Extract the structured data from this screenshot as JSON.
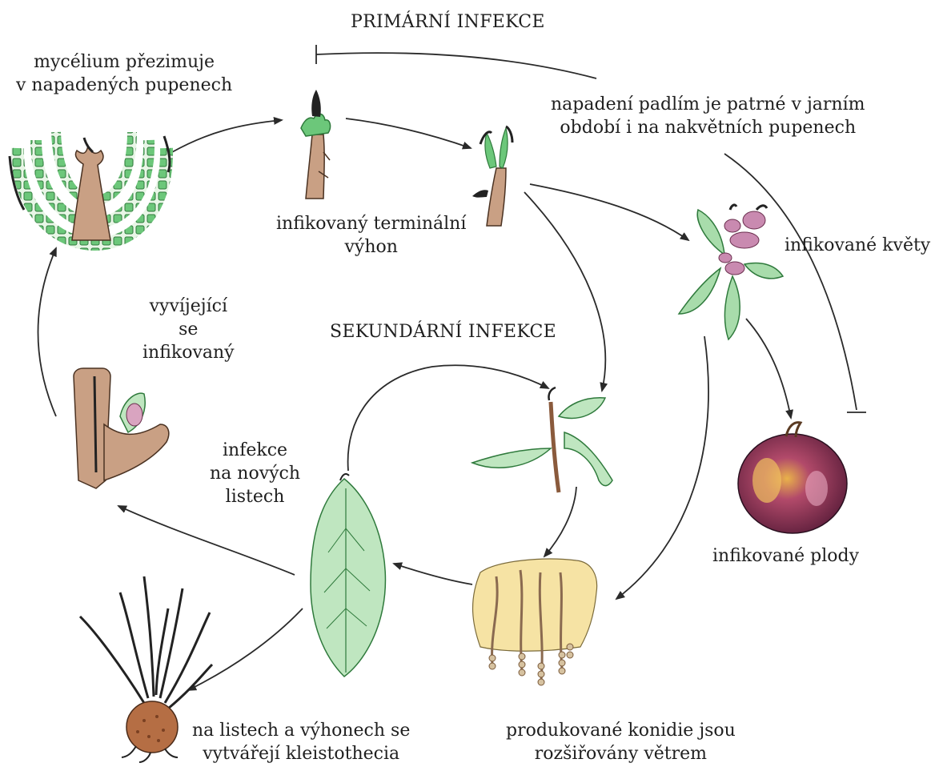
{
  "title_primary": "PRIMÁRNÍ INFEKCE",
  "title_secondary": "SEKUNDÁRNÍ INFEKCE",
  "labels": {
    "overwinter": [
      "mycélium přezimuje",
      "v napadených pupenech"
    ],
    "terminal_shoot": [
      "infikovaný terminální",
      "výhon"
    ],
    "spring_attack": [
      "napadení padlím je patrné v jarním",
      "období i na nakvětních pupenech"
    ],
    "flowers": [
      "infikované květy"
    ],
    "fruits": [
      "infikované plody"
    ],
    "developing": [
      "vyvíjející",
      "se",
      "infikovaný"
    ],
    "new_leaves": [
      "infekce",
      "na nových",
      "listech"
    ],
    "kleistothecia": [
      "na listech a výhonech se",
      "vytvářejí kleistothecia"
    ],
    "conidia": [
      "produkované konidie jsou",
      "rozšiřovány větrem"
    ]
  },
  "colors": {
    "ink": "#2a2a2a",
    "mycelium_green": "#5cbf6a",
    "leaf_green": "#bfe6c0",
    "bark": "#c9a084",
    "flower_pink": "#c98ab0",
    "fruit_purple": "#7a2c4e",
    "conidia_yellow": "#f6e3a4"
  },
  "icons": [
    "mycelium-bud-icon",
    "terminal-shoot-icon",
    "opening-bud-icon",
    "flowering-shoot-icon",
    "infected-fruit-icon",
    "leafy-shoot-icon",
    "conidia-mat-icon",
    "green-leaf-icon",
    "kleistothecium-icon",
    "developing-bud-icon"
  ]
}
